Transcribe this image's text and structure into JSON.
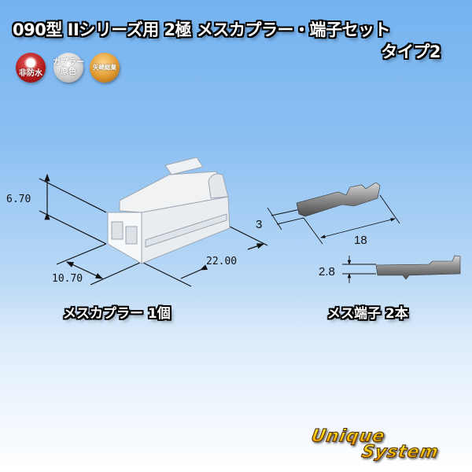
{
  "title": {
    "line1": "090型 IIシリーズ用 2極 メスカプラー・端子セット",
    "line2": "タイプ2"
  },
  "badges": [
    {
      "icon": "sun-icon",
      "label": "非防水",
      "color": "#b01818"
    },
    {
      "label_line1": "カプラー",
      "label_line2": "原色",
      "color": "#c8c8c8"
    },
    {
      "label": "矢崎総業",
      "color": "#e09a30"
    }
  ],
  "coupler": {
    "dimensions": {
      "height": "6.70",
      "width": "10.70",
      "length": "22.00"
    },
    "caption": "メスカプラー 1個"
  },
  "terminal": {
    "dimensions": {
      "width": "3",
      "length": "18",
      "thickness": "2.8"
    },
    "caption": "メス端子 2本"
  },
  "logo": {
    "word1": "Unique",
    "word2": "System",
    "colors": [
      "#fff14a",
      "#f08a00"
    ]
  }
}
